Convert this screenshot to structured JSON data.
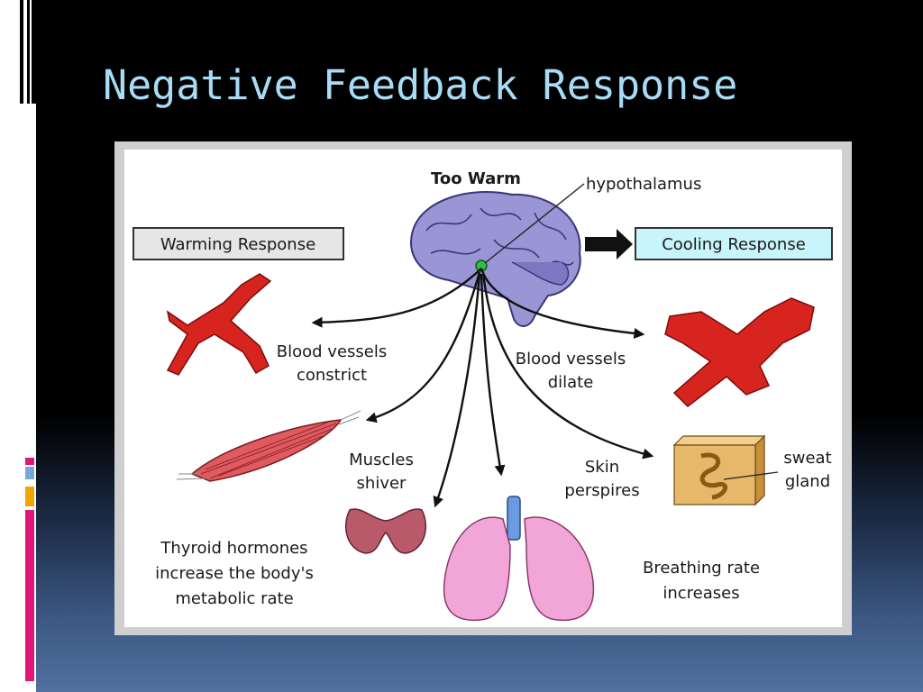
{
  "slide": {
    "title": "Negative Feedback Response"
  },
  "colors": {
    "title": "#a8dcf6",
    "accent_pink": "#e0157a",
    "accent_orange": "#f1a400",
    "accent_blue": "#7aa6d6",
    "cooling_box_fill": "#c8f4fb",
    "warming_box_fill": "#e6e6e6"
  },
  "diagram": {
    "top_label": "Too Warm",
    "hypothalamus_label": "hypothalamus",
    "warming_response": "Warming Response",
    "cooling_response": "Cooling Response",
    "vessels_constrict": [
      "Blood vessels",
      "constrict"
    ],
    "vessels_dilate": [
      "Blood vessels",
      "dilate"
    ],
    "muscles_shiver": [
      "Muscles",
      "shiver"
    ],
    "skin_perspires": [
      "Skin",
      "perspires"
    ],
    "sweat_gland": [
      "sweat",
      "gland"
    ],
    "thyroid": [
      "Thyroid hormones",
      "increase the body's",
      "metabolic rate"
    ],
    "breathing": [
      "Breathing rate",
      "increases"
    ]
  }
}
